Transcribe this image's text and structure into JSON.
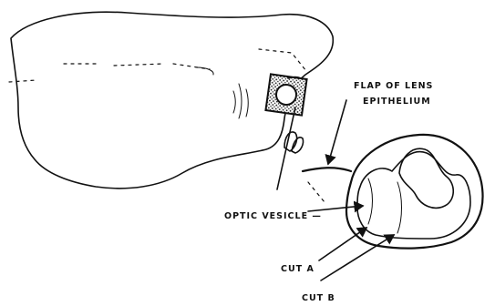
{
  "labels": {
    "flap_line1": "FLAP OF LENS",
    "flap_line2": "EPITHELIUM",
    "optic_vesicle": "OPTIC VESICLE —",
    "cut_a": "CUT A",
    "cut_b": "CUT B"
  },
  "colors": {
    "ink": "#111111",
    "background": "#ffffff"
  }
}
